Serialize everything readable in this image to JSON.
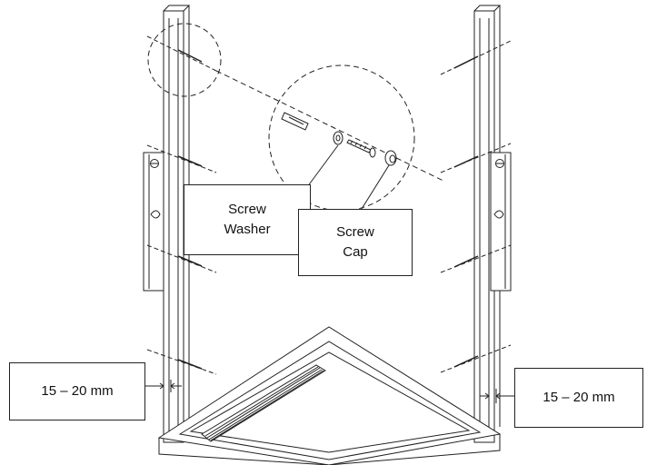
{
  "labels": {
    "screw_washer": [
      "Screw",
      "Washer"
    ],
    "screw_cap": [
      "Screw",
      "Cap"
    ],
    "gap_left": "15 – 20 mm",
    "gap_right": "15 – 20 mm"
  },
  "colors": {
    "line": "#222222",
    "fill": "#ffffff",
    "shade": "#cfcfcf"
  }
}
